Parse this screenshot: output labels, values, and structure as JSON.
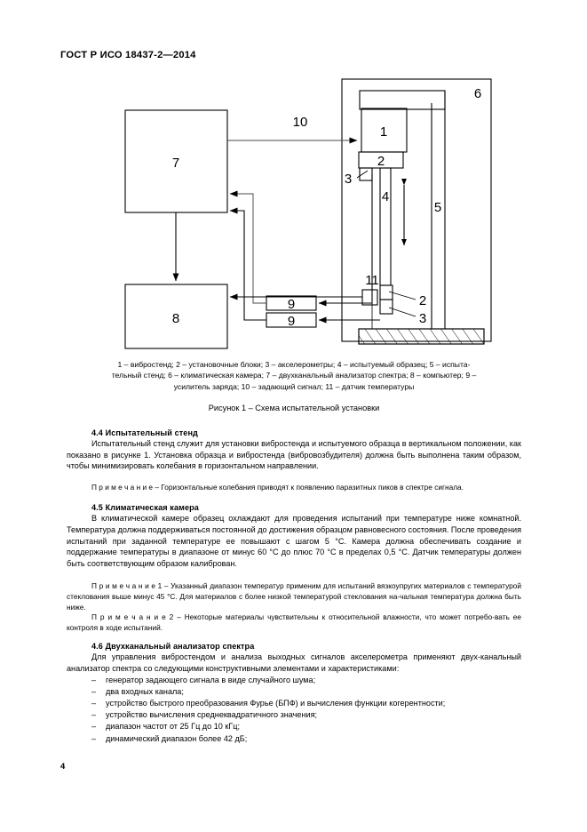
{
  "document": {
    "header": "ГОСТ Р ИСО 18437-2—2014",
    "page_number": "4"
  },
  "figure": {
    "labels": {
      "n1": "1",
      "n2_top": "2",
      "n2_bottom": "2",
      "n3_top": "3",
      "n3_bottom": "3",
      "n4": "4",
      "n5": "5",
      "n6": "6",
      "n7": "7",
      "n8": "8",
      "n9_top": "9",
      "n9_bottom": "9",
      "n10": "10",
      "n11": "11"
    },
    "legend_line1": "1 – вибростенд; 2 – установочные блоки; 3 – акселерометры; 4 – испытуемый образец; 5 – испыта-",
    "legend_line2": "тельный стенд; 6 – климатическая камера; 7 – двухканальный анализатор спектра; 8 – компьютер; 9 –",
    "legend_line3": "усилитель заряда; 10 – задающий сигнал; 11 – датчик температуры",
    "title": "Рисунок 1 – Схема испытательной установки"
  },
  "sections": {
    "s44": {
      "heading": "4.4 Испытательный стенд",
      "paragraph": "Испытательный  стенд служит для установки вибростенда и испытуемого образца в вертикальном положении, как показано в рисунке 1. Установка образца и вибростенда (вибровозбудителя) должна быть выполнена таким образом, чтобы минимизировать колебания в горизонтальном направлении.",
      "note": "П р и м е ч а н и е  – Горизонтальные колебания приводят к появлению паразитных пиков в спектре сигнала."
    },
    "s45": {
      "heading": "4.5 Климатическая камера",
      "paragraph": "В климатической камере образец охлаждают для проведения испытаний при температуре ниже комнатной. Температура должна поддерживаться постоянной до достижения образцом равновесного состояния. После проведения испытаний при заданной температуре ее повышают с шагом 5 °С. Камера должна обеспечивать создание и поддержание температуры в диапазоне от минус 60 °С до плюс 70 °С в пределах 0,5 °С. Датчик температуры должен быть соответствующим образом калиброван.",
      "note1": "П р и м е ч а н и е  1  – Указанный диапазон температур применим для испытаний вязкоупругих материалов с температурой стеклования выше минус 45 °С. Для материалов с более низкой температурой стеклования на-чальная температура должна быть ниже.",
      "note2": "П р и м е ч а н и е  2  – Некоторые материалы чувствительны к относительной влажности, что может потребо-вать ее контроля в ходе испытаний."
    },
    "s46": {
      "heading": "4.6 Двухканальный анализатор спектра",
      "paragraph": "Для управления вибростендом и анализа выходных сигналов акселерометра применяют двух-канальный анализатор спектра со следующими конструктивными элементами и характеристиками:",
      "items": [
        "генератор задающего сигнала в виде случайного шума;",
        "два входных канала;",
        "устройство быстрого преобразования Фурье (БПФ) и вычисления функции когерентности;",
        "устройство вычисления среднеквадратичного значения;",
        "диапазон частот от 25 Гц до 10 кГц;",
        "динамический диапазон более 42 дБ;"
      ],
      "dash": "–"
    }
  }
}
